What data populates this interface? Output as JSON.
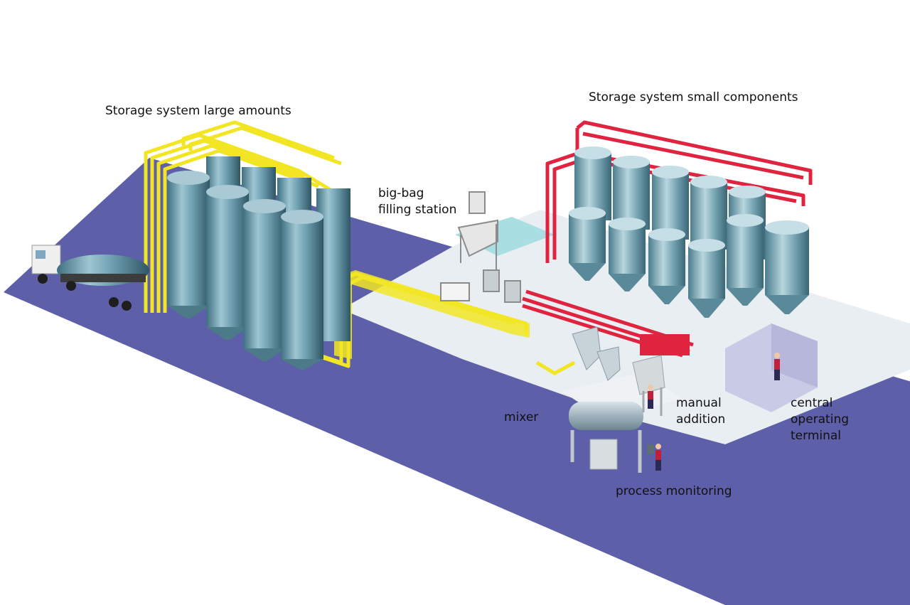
{
  "labels": {
    "large_storage": "Storage system large amounts",
    "small_storage": "Storage system small components",
    "big_bag_line1": "big-bag",
    "big_bag_line2": "filling station",
    "mixer": "mixer",
    "manual_line1": "manual",
    "manual_line2": "addition",
    "central_line1": "central",
    "central_line2": "operating",
    "central_line3": "terminal",
    "process_monitoring": "process monitoring"
  },
  "colors": {
    "floor": "#5d5fa8",
    "floor_light": "#e9eef3",
    "silo_steel": "#5f97a8",
    "large_pipes": "#f2e624",
    "small_pipes": "#e0233f",
    "terminal_room": "#b9b9df"
  },
  "icons": {
    "tanker": "tanker-truck-icon",
    "operator": "operator-figure-icon"
  }
}
